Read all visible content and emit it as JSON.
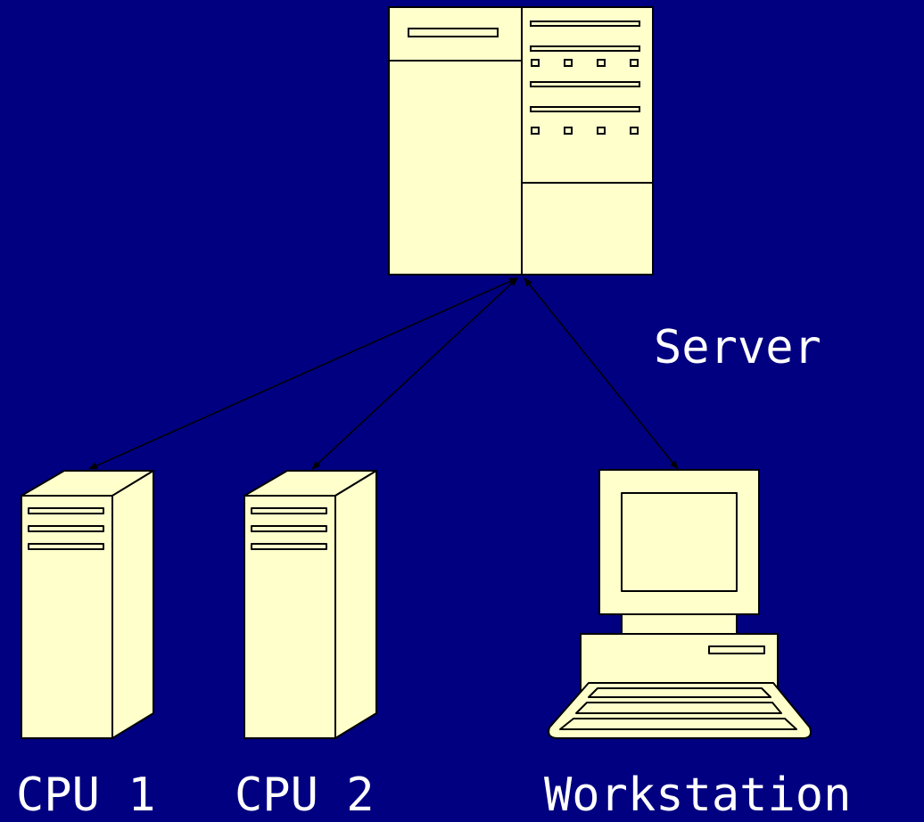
{
  "nodes": {
    "server": {
      "label": "Server"
    },
    "cpu1": {
      "label": "CPU 1"
    },
    "cpu2": {
      "label": "CPU 2"
    },
    "workstation": {
      "label": "Workstation"
    }
  },
  "colors": {
    "background": "#000080",
    "equipment_fill": "#ffffcc",
    "outline": "#000000",
    "label_text": "#ffffff"
  },
  "connections": [
    {
      "from": "server",
      "to": "cpu1",
      "style": "bidirectional-arrow"
    },
    {
      "from": "server",
      "to": "cpu2",
      "style": "bidirectional-arrow"
    },
    {
      "from": "server",
      "to": "workstation",
      "style": "bidirectional-arrow"
    }
  ]
}
